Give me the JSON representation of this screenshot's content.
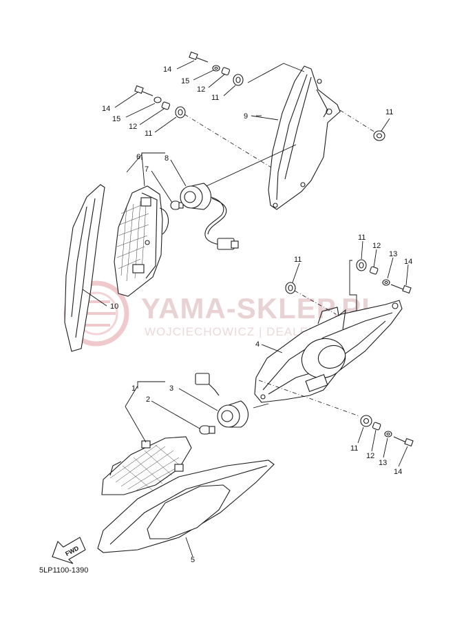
{
  "watermark": {
    "title": "YAMA-SKLEP.PL",
    "subtitle": "WOJCIECHOWICZ | DEALER YAMAHA"
  },
  "diagram_code": "5LP1100-1390",
  "fwd_label": "FWD",
  "callouts": {
    "c1": "1",
    "c2": "2",
    "c3": "3",
    "c4": "4",
    "c5": "5",
    "c6": "6",
    "c7": "7",
    "c8": "8",
    "c9": "9",
    "c10": "10",
    "c11a": "11",
    "c11b": "11",
    "c11c": "11",
    "c11d": "11",
    "c11e": "11",
    "c11f": "11",
    "c12a": "12",
    "c12b": "12",
    "c12c": "12",
    "c12d": "12",
    "c13a": "13",
    "c13b": "13",
    "c14a": "14",
    "c14b": "14",
    "c14c": "14",
    "c14d": "14",
    "c15a": "15",
    "c15b": "15"
  },
  "colors": {
    "line": "#1a1a1a",
    "watermark": "#e9d2d4"
  }
}
